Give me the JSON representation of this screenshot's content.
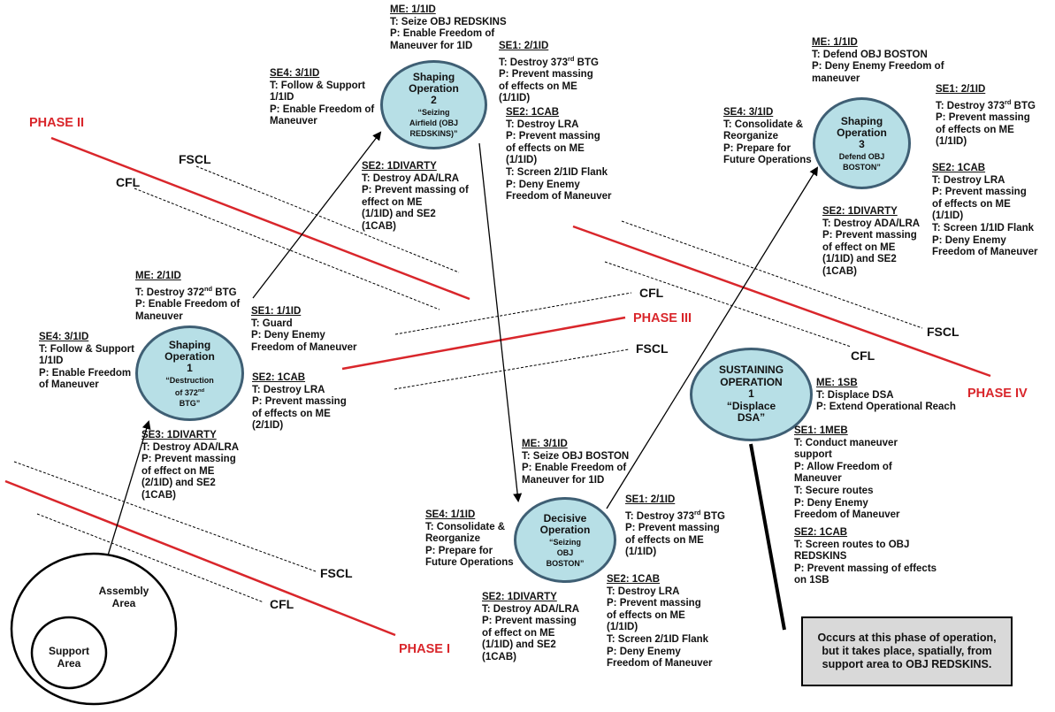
{
  "phases": {
    "phase1": "PHASE I",
    "phase2": "PHASE II",
    "phase3": "PHASE III",
    "phase4": "PHASE IV"
  },
  "control_lines": {
    "fscl": "FSCL",
    "cfl": "CFL"
  },
  "areas": {
    "assembly": [
      "Assembly",
      "Area"
    ],
    "support": [
      "Support",
      "Area"
    ]
  },
  "operations": {
    "shaping1": {
      "title": [
        "Shaping",
        "Operation",
        "1"
      ],
      "subtitle": [
        "“Destruction",
        "of 372nd",
        "BTG”"
      ]
    },
    "shaping2": {
      "title": [
        "Shaping",
        "Operation",
        "2"
      ],
      "subtitle": [
        "“Seizing",
        "Airfield (OBJ",
        "REDSKINS)”"
      ]
    },
    "shaping3": {
      "title": [
        "Shaping",
        "Operation",
        "3"
      ],
      "subtitle": [
        "Defend OBJ",
        "BOSTON”"
      ]
    },
    "decisive": {
      "title": [
        "Decisive",
        "Operation"
      ],
      "subtitle": [
        "“Seizing",
        "OBJ",
        "BOSTON”"
      ]
    },
    "sustaining": {
      "title": [
        "SUSTAINING",
        "OPERATION",
        "1",
        "“Displace",
        "DSA”"
      ]
    }
  },
  "blocks": {
    "p1_me": {
      "head": "ME: 2/1ID",
      "lines": [
        "T: Destroy 372nd BTG",
        "P: Enable Freedom of",
        "Maneuver"
      ]
    },
    "p1_se4": {
      "head": "SE4: 3/1ID",
      "lines": [
        "T: Follow & Support",
        "1/1ID",
        "P: Enable Freedom",
        "of Maneuver"
      ]
    },
    "p1_se3": {
      "head": "SE3: 1DIVARTY",
      "lines": [
        "T: Destroy ADA/LRA",
        "P: Prevent massing",
        "of effect on ME",
        "(2/1ID) and SE2",
        "(1CAB)"
      ]
    },
    "p1_se1": {
      "head": "SE1: 1/1ID",
      "lines": [
        "T: Guard",
        "P: Deny Enemy",
        "Freedom of Maneuver"
      ]
    },
    "p1_se2": {
      "head": "SE2: 1CAB",
      "lines": [
        "T: Destroy LRA",
        "P: Prevent massing",
        "of effects on ME",
        "(2/1ID)"
      ]
    },
    "p2_me": {
      "head": "ME: 1/1ID",
      "lines": [
        "T: Seize OBJ REDSKINS",
        "P: Enable Freedom of",
        "Maneuver for 1ID"
      ]
    },
    "p2_se4": {
      "head": "SE4: 3/1ID",
      "lines": [
        "T: Follow & Support",
        "1/1ID",
        "P: Enable Freedom of",
        "Maneuver"
      ]
    },
    "p2_se1": {
      "head": "SE1: 2/1ID",
      "lines": [
        "T: Destroy 373rd BTG",
        "P: Prevent massing",
        "of effects on ME",
        "(1/1ID)"
      ]
    },
    "p2_se2cab": {
      "head": "SE2: 1CAB",
      "lines": [
        "T: Destroy LRA",
        "P: Prevent massing",
        "of effects on ME",
        "(1/1ID)",
        "T: Screen 2/1ID Flank",
        "P: Deny Enemy",
        "Freedom of Maneuver"
      ]
    },
    "p2_se2div": {
      "head": "SE2: 1DIVARTY",
      "lines": [
        "T: Destroy ADA/LRA",
        "P: Prevent massing of",
        "effect on ME",
        "(1/1ID) and SE2",
        "(1CAB)"
      ]
    },
    "p3_me": {
      "head": "ME: 3/1ID",
      "lines": [
        "T: Seize OBJ BOSTON",
        "P: Enable Freedom of",
        "Maneuver for 1ID"
      ]
    },
    "p3_se4": {
      "head": "SE4: 1/1ID",
      "lines": [
        "T: Consolidate &",
        "Reorganize",
        "P: Prepare for",
        "Future Operations"
      ]
    },
    "p3_se1": {
      "head": "SE1: 2/1ID",
      "lines": [
        "T: Destroy 373rd BTG",
        "P: Prevent massing",
        "of effects on ME",
        "(1/1ID)"
      ]
    },
    "p3_se2div": {
      "head": "SE2: 1DIVARTY",
      "lines": [
        "T: Destroy ADA/LRA",
        "P: Prevent massing",
        "of effect on ME",
        "(1/1ID) and SE2",
        "(1CAB)"
      ]
    },
    "p3_se2cab": {
      "head": "SE2: 1CAB",
      "lines": [
        "T: Destroy LRA",
        "P: Prevent massing",
        "of effects on ME",
        "(1/1ID)",
        "T: Screen 2/1ID Flank",
        "P: Deny Enemy",
        "Freedom of Maneuver"
      ]
    },
    "p4_me": {
      "head": "ME: 1/1ID",
      "lines": [
        "T: Defend OBJ BOSTON",
        "P: Deny Enemy Freedom of",
        "maneuver"
      ]
    },
    "p4_se4": {
      "head": "SE4: 3/1ID",
      "lines": [
        "T: Consolidate &",
        "Reorganize",
        "P: Prepare for",
        "Future Operations"
      ]
    },
    "p4_se1": {
      "head": "SE1: 2/1ID",
      "lines": [
        "T: Destroy 373rd BTG",
        "P: Prevent massing",
        "of effects on ME",
        "(1/1ID)"
      ]
    },
    "p4_se2cab": {
      "head": "SE2: 1CAB",
      "lines": [
        "T: Destroy LRA",
        "P: Prevent massing",
        "of effects on ME",
        "(1/1ID)",
        "T: Screen 1/1ID Flank",
        "P: Deny Enemy",
        "Freedom of Maneuver"
      ]
    },
    "p4_se2div": {
      "head": "SE2: 1DIVARTY",
      "lines": [
        "T: Destroy ADA/LRA",
        "P: Prevent massing",
        "of effect on ME",
        "(1/1ID) and SE2",
        "(1CAB)"
      ]
    },
    "sust_me": {
      "head": "ME: 1SB",
      "lines": [
        "T: Displace DSA",
        "P: Extend Operational Reach"
      ]
    },
    "sust_se1": {
      "head": "SE1: 1MEB",
      "lines": [
        "T: Conduct maneuver",
        "support",
        "P: Allow Freedom of",
        "Maneuver",
        "T: Secure routes",
        "P: Deny Enemy",
        "Freedom of Maneuver"
      ]
    },
    "sust_se2": {
      "head": "SE2: 1CAB",
      "lines": [
        "T: Screen routes to OBJ",
        "REDSKINS",
        "P: Prevent massing of effects",
        "on 1SB"
      ]
    }
  },
  "note": "Occurs at this phase of operation, but it takes place, spatially, from support area to OBJ REDSKINS.",
  "colors": {
    "phase_line": "#d9262b",
    "oval_fill": "#b7dfe6",
    "oval_border": "#3f5f74",
    "note_fill": "#d9d9d9"
  }
}
